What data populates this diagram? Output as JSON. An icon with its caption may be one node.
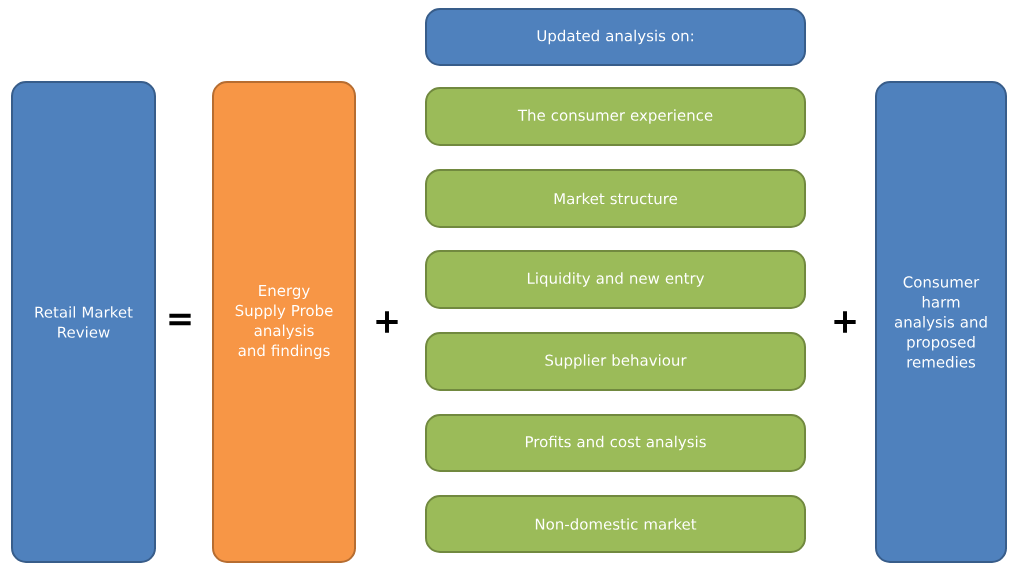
{
  "diagram": {
    "nodes": [
      {
        "text": [
          "Retail Market Review"
        ]
      },
      {
        "text": [
          "Energy Supply Probe analysis and findings"
        ]
      },
      {
        "text": [
          "Updated analysis on:"
        ]
      },
      {
        "text": [
          "The consumer experience"
        ]
      },
      {
        "text": [
          "Market structure"
        ]
      },
      {
        "text": [
          "Liquidity and new entry"
        ]
      },
      {
        "text": [
          "Supplier behaviour"
        ]
      },
      {
        "text": [
          "Profits and cost analysis"
        ]
      },
      {
        "text": [
          "Non-domestic market"
        ]
      },
      {
        "text": [
          "Consumer harm analysis and proposed remedies"
        ]
      }
    ],
    "labels": [
      "=",
      "+",
      "+"
    ]
  }
}
